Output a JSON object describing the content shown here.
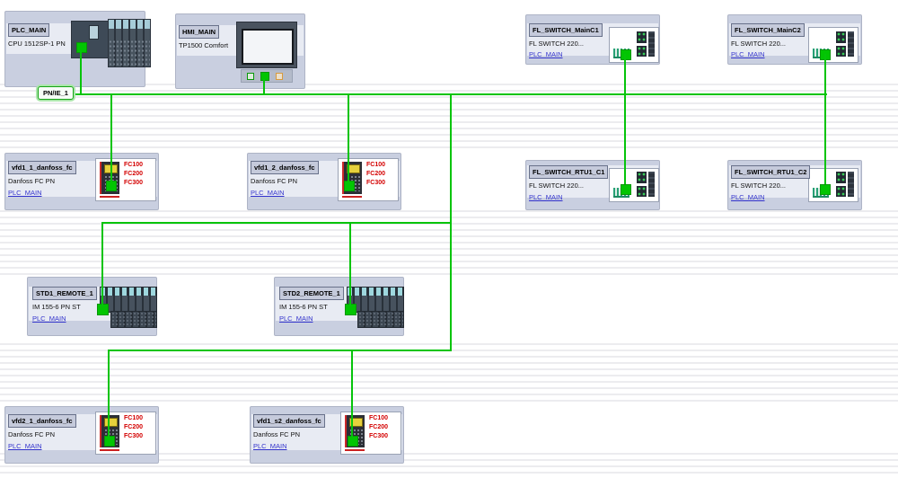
{
  "network": {
    "label": "PN/IE_1",
    "line_color": "#05c40a",
    "port_color": "#02c502",
    "link_color": "#3333cc",
    "fc_text_color": "#d40000"
  },
  "devices": [
    {
      "name": "PLC_MAIN",
      "type": "CPU 1512SP-1 PN"
    },
    {
      "name": "HMI_MAIN",
      "type": "TP1500 Comfort"
    },
    {
      "name": "FL_SWITCH_MainC1",
      "type": "FL SWITCH 220...",
      "controller_link": "PLC_MAIN"
    },
    {
      "name": "FL_SWITCH_MainC2",
      "type": "FL SWITCH 220...",
      "controller_link": "PLC_MAIN"
    },
    {
      "name": "vfd1_1_danfoss_fc",
      "type": "Danfoss FC PN",
      "controller_link": "PLC_MAIN",
      "fc": [
        "FC100",
        "FC200",
        "FC300"
      ]
    },
    {
      "name": "vfd1_2_danfoss_fc",
      "type": "Danfoss FC PN",
      "controller_link": "PLC_MAIN",
      "fc": [
        "FC100",
        "FC200",
        "FC300"
      ]
    },
    {
      "name": "FL_SWITCH_RTU1_C1",
      "type": "FL SWITCH 220...",
      "controller_link": "PLC_MAIN"
    },
    {
      "name": "FL_SWITCH_RTU1_C2",
      "type": "FL SWITCH 220...",
      "controller_link": "PLC_MAIN"
    },
    {
      "name": "STD1_REMOTE_1",
      "type": "IM 155-6 PN ST",
      "controller_link": "PLC_MAIN"
    },
    {
      "name": "STD2_REMOTE_1",
      "type": "IM 155-6 PN ST",
      "controller_link": "PLC_MAIN"
    },
    {
      "name": "vfd2_1_danfoss_fc",
      "type": "Danfoss FC PN",
      "controller_link": "PLC_MAIN",
      "fc": [
        "FC100",
        "FC200",
        "FC300"
      ]
    },
    {
      "name": "vfd1_s2_danfoss_fc",
      "type": "Danfoss FC PN",
      "controller_link": "PLC_MAIN",
      "fc": [
        "FC100",
        "FC200",
        "FC300"
      ]
    }
  ]
}
